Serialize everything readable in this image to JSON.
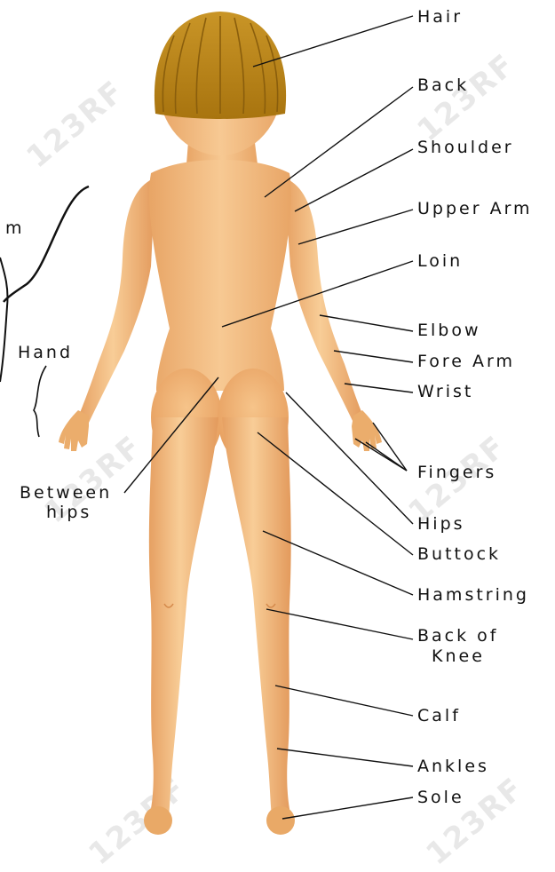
{
  "labels": {
    "hair": "Hair",
    "back": "Back",
    "shoulder": "Shoulder",
    "upper_arm": "Upper Arm",
    "loin": "Loin",
    "elbow": "Elbow",
    "fore_arm": "Fore Arm",
    "wrist": "Wrist",
    "fingers": "Fingers",
    "hips": "Hips",
    "buttock": "Buttock",
    "hamstring": "Hamstring",
    "back_of_knee_line1": "Back of",
    "back_of_knee_line2": "Knee",
    "calf": "Calf",
    "ankles": "Ankles",
    "sole": "Sole",
    "between_hips_line1": "Between",
    "between_hips_line2": "hips",
    "hand": "Hand",
    "cut_off_fragment": "m"
  },
  "watermark": "123RF",
  "colors": {
    "skin": "#f2b87a",
    "skin_dark": "#e39a5c",
    "skin_light": "#f9cf9c",
    "hair": "#c08a1e",
    "hair_dark": "#8a5e0c",
    "line": "#111111"
  }
}
